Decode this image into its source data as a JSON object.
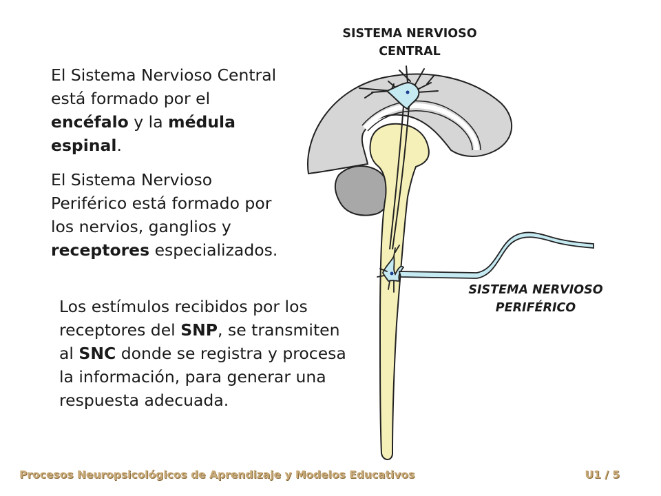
{
  "labels": {
    "snc_line1": "SISTEMA NERVIOSO",
    "snc_line2": "CENTRAL",
    "snp_line1": "SISTEMA NERVIOSO",
    "snp_line2": "PERIFÉRICO"
  },
  "paragraph1": {
    "t1": "El Sistema Nervioso Central está formado por el ",
    "b1": "encéfalo",
    "t2": " y la ",
    "b2": "médula espinal",
    "t3": "."
  },
  "paragraph2": {
    "t1": "El Sistema Nervioso Periférico está formado por los nervios, ganglios y ",
    "b1": "receptores",
    "t2": " especializados."
  },
  "paragraph3": {
    "t1": "Los estímulos recibidos por los receptores del ",
    "b1": "SNP",
    "t2": ", se transmiten al ",
    "b2": "SNC",
    "t3": " donde se registra y procesa la información, para generar una respuesta adecuada."
  },
  "footer": {
    "title": "Procesos Neuropsicológicos de Aprendizaje y Modelos Educativos",
    "page": "U1 / 5"
  },
  "colors": {
    "cerebrum": "#d6d6d6",
    "cerebellum": "#a8a8a8",
    "brainstem": "#f5f0b8",
    "neuron": "#c6eaf2",
    "outline": "#222222",
    "footer_text": "#c8aa78"
  }
}
